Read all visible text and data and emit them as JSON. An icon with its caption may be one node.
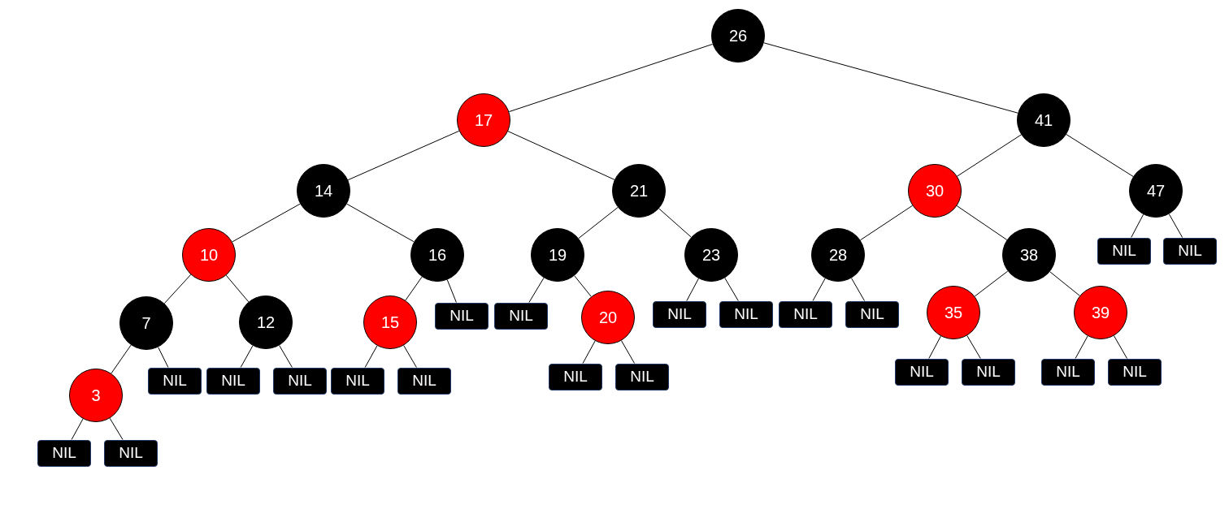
{
  "diagram": {
    "nodes": [
      {
        "text": [
          "26"
        ]
      },
      {
        "text": [
          "17"
        ]
      },
      {
        "text": [
          "41"
        ]
      },
      {
        "text": [
          "14"
        ]
      },
      {
        "text": [
          "21"
        ]
      },
      {
        "text": [
          "30"
        ]
      },
      {
        "text": [
          "47"
        ]
      },
      {
        "text": [
          "10"
        ]
      },
      {
        "text": [
          "16"
        ]
      },
      {
        "text": [
          "19"
        ]
      },
      {
        "text": [
          "23"
        ]
      },
      {
        "text": [
          "28"
        ]
      },
      {
        "text": [
          "38"
        ]
      },
      {
        "text": [
          "NIL"
        ]
      },
      {
        "text": [
          "NIL"
        ]
      },
      {
        "text": [
          "7"
        ]
      },
      {
        "text": [
          "12"
        ]
      },
      {
        "text": [
          "15"
        ]
      },
      {
        "text": [
          "NIL"
        ]
      },
      {
        "text": [
          "NIL"
        ]
      },
      {
        "text": [
          "20"
        ]
      },
      {
        "text": [
          "NIL"
        ]
      },
      {
        "text": [
          "NIL"
        ]
      },
      {
        "text": [
          "NIL"
        ]
      },
      {
        "text": [
          "NIL"
        ]
      },
      {
        "text": [
          "35"
        ]
      },
      {
        "text": [
          "39"
        ]
      },
      {
        "text": [
          "3"
        ]
      },
      {
        "text": [
          "NIL"
        ]
      },
      {
        "text": [
          "NIL"
        ]
      },
      {
        "text": [
          "NIL"
        ]
      },
      {
        "text": [
          "NIL"
        ]
      },
      {
        "text": [
          "NIL"
        ]
      },
      {
        "text": [
          "NIL"
        ]
      },
      {
        "text": [
          "NIL"
        ]
      },
      {
        "text": [
          "NIL"
        ]
      },
      {
        "text": [
          "NIL"
        ]
      },
      {
        "text": [
          "NIL"
        ]
      },
      {
        "text": [
          "NIL"
        ]
      },
      {
        "text": [
          "NIL"
        ]
      },
      {
        "text": [
          "NIL"
        ]
      }
    ],
    "edges": [
      {
        "from": 0,
        "to": 1,
        "arrow": "none"
      },
      {
        "from": 0,
        "to": 2,
        "arrow": "none"
      },
      {
        "from": 1,
        "to": 3,
        "arrow": "none"
      },
      {
        "from": 1,
        "to": 4,
        "arrow": "none"
      },
      {
        "from": 2,
        "to": 5,
        "arrow": "none"
      },
      {
        "from": 2,
        "to": 6,
        "arrow": "none"
      },
      {
        "from": 3,
        "to": 7,
        "arrow": "none"
      },
      {
        "from": 3,
        "to": 8,
        "arrow": "none"
      },
      {
        "from": 4,
        "to": 9,
        "arrow": "none"
      },
      {
        "from": 4,
        "to": 10,
        "arrow": "none"
      },
      {
        "from": 5,
        "to": 11,
        "arrow": "none"
      },
      {
        "from": 5,
        "to": 12,
        "arrow": "none"
      },
      {
        "from": 6,
        "to": 13,
        "arrow": "none"
      },
      {
        "from": 6,
        "to": 14,
        "arrow": "none"
      },
      {
        "from": 7,
        "to": 15,
        "arrow": "none"
      },
      {
        "from": 7,
        "to": 16,
        "arrow": "none"
      },
      {
        "from": 8,
        "to": 17,
        "arrow": "none"
      },
      {
        "from": 8,
        "to": 18,
        "arrow": "none"
      },
      {
        "from": 9,
        "to": 19,
        "arrow": "none"
      },
      {
        "from": 9,
        "to": 20,
        "arrow": "none"
      },
      {
        "from": 10,
        "to": 21,
        "arrow": "none"
      },
      {
        "from": 10,
        "to": 22,
        "arrow": "none"
      },
      {
        "from": 11,
        "to": 23,
        "arrow": "none"
      },
      {
        "from": 11,
        "to": 24,
        "arrow": "none"
      },
      {
        "from": 12,
        "to": 25,
        "arrow": "none"
      },
      {
        "from": 12,
        "to": 26,
        "arrow": "none"
      },
      {
        "from": 15,
        "to": 27,
        "arrow": "none"
      },
      {
        "from": 15,
        "to": 28,
        "arrow": "none"
      },
      {
        "from": 16,
        "to": 29,
        "arrow": "none"
      },
      {
        "from": 16,
        "to": 30,
        "arrow": "none"
      },
      {
        "from": 17,
        "to": 31,
        "arrow": "none"
      },
      {
        "from": 17,
        "to": 32,
        "arrow": "none"
      },
      {
        "from": 20,
        "to": 33,
        "arrow": "none"
      },
      {
        "from": 20,
        "to": 34,
        "arrow": "none"
      },
      {
        "from": 25,
        "to": 35,
        "arrow": "none"
      },
      {
        "from": 25,
        "to": 36,
        "arrow": "none"
      },
      {
        "from": 26,
        "to": 37,
        "arrow": "none"
      },
      {
        "from": 26,
        "to": 38,
        "arrow": "none"
      },
      {
        "from": 27,
        "to": 39,
        "arrow": "none"
      },
      {
        "from": 27,
        "to": 40,
        "arrow": "none"
      }
    ]
  }
}
